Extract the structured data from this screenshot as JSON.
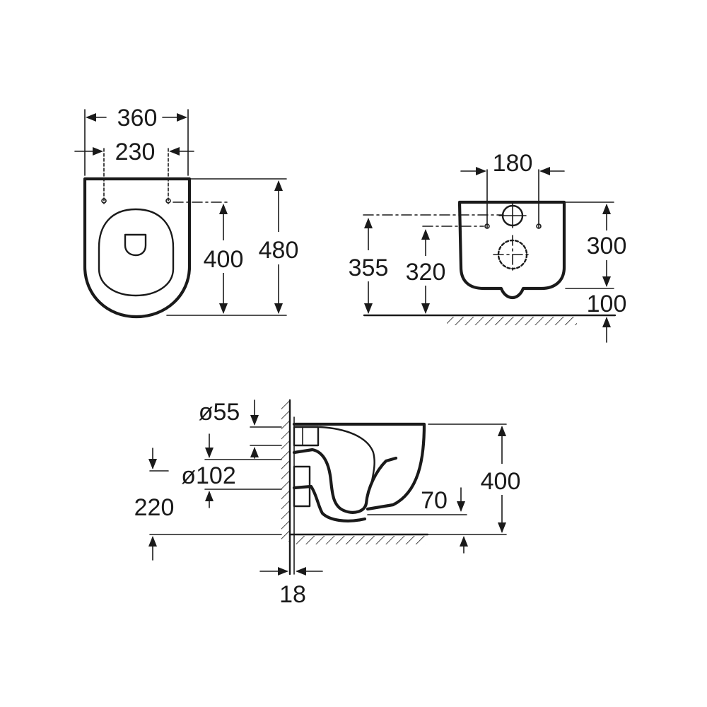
{
  "dimensions": {
    "top_view": {
      "overall_width": "360",
      "fixing_spacing": "230",
      "fixing_to_front": "400",
      "overall_length": "480"
    },
    "rear_view": {
      "fixing_spacing": "180",
      "axis_height": "355",
      "fixing_height": "320",
      "body_height": "300",
      "bottom_clearance": "100"
    },
    "side_view": {
      "inlet_diameter": "ø55",
      "outlet_diameter": "ø102",
      "outlet_height": "220",
      "bowl_height": "400",
      "water_depth": "70",
      "wall_gap": "18"
    }
  }
}
